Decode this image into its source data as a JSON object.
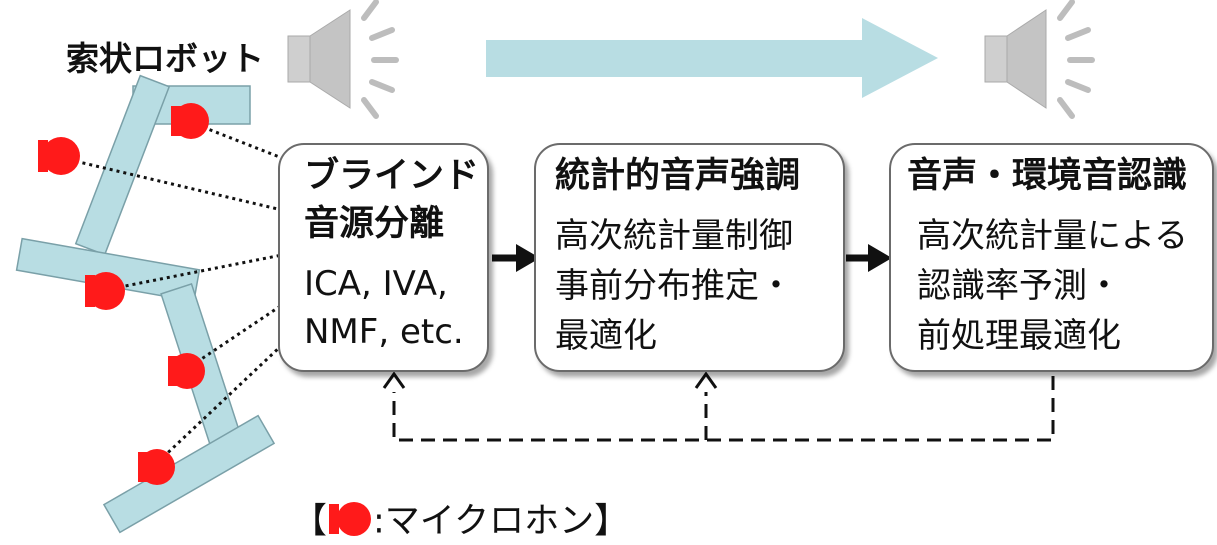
{
  "robot_label": "索状ロボット",
  "boxes": [
    {
      "title_lines": [
        "ブラインド",
        "音源分離"
      ],
      "body_lines": [
        "ICA, IVA,",
        "NMF, etc."
      ]
    },
    {
      "title_lines": [
        "統計的音声強調"
      ],
      "body_lines": [
        "高次統計量制御",
        "事前分布推定・",
        "最適化"
      ]
    },
    {
      "title_lines": [
        "音声・環境音認識"
      ],
      "body_lines": [
        "高次統計量による",
        "認識率予測・",
        "前処理最適化"
      ]
    }
  ],
  "legend": {
    "open": "【",
    "text": ":マイクロホン】"
  },
  "icons": {
    "speaker": "speaker-icon",
    "microphone": "microphone-icon",
    "flow_arrow": "flow-arrow-icon"
  },
  "colors": {
    "robot_segment": "#b8dde3",
    "robot_border": "#7aa0a8",
    "microphone": "#ff1a1a",
    "flow_arrow": "#b8dde3",
    "speaker": "#c8c8c8",
    "box_border": "#6b6b6b"
  }
}
